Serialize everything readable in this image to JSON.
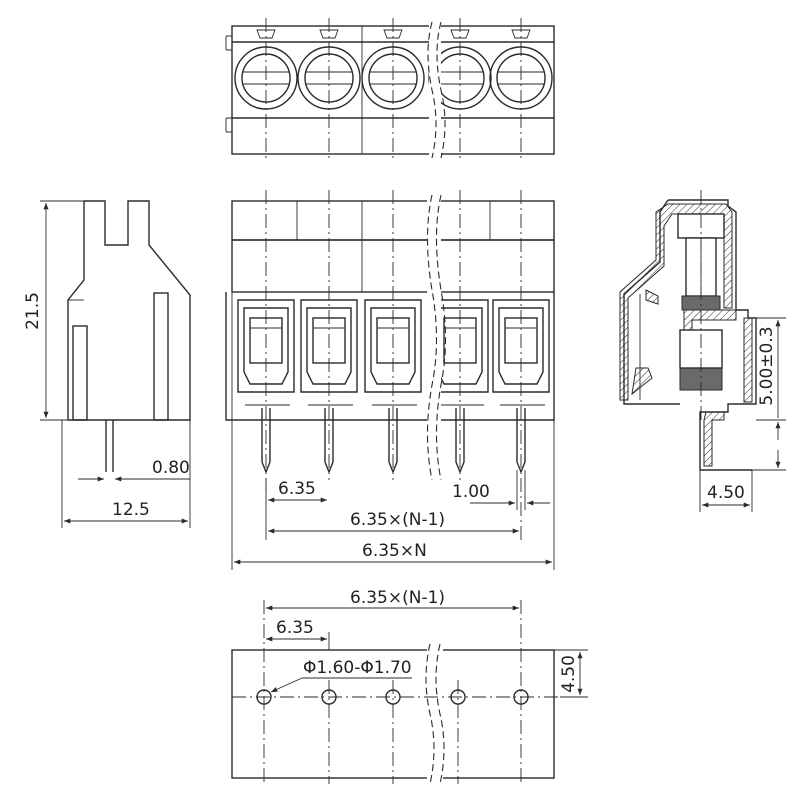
{
  "dimensions": {
    "height": "21.5",
    "pin_width": "0.80",
    "depth": "12.5",
    "pitch": "6.35",
    "pin_thickness": "1.00",
    "span_n_minus_1": "6.35×(N-1)",
    "span_n": "6.35×N",
    "pin_offset": "5.00±0.3",
    "side_offset": "4.50",
    "footprint_span": "6.35×(N-1)",
    "footprint_pitch": "6.35",
    "hole_diameter": "Φ1.60-Φ1.70",
    "footprint_row_offset": "4.50"
  },
  "colors": {
    "line": "#2b2b2b",
    "background": "#ffffff",
    "dark_fill": "#6a6a6a"
  }
}
